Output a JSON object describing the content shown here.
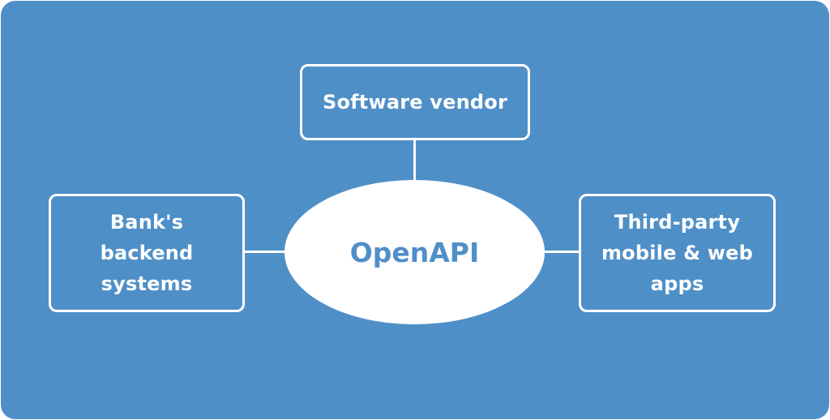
{
  "diagram": {
    "colors": {
      "background": "#4f8fc8",
      "stroke": "#ffffff",
      "hub_fill": "#ffffff",
      "hub_text": "#4f8fc8",
      "node_text": "#ffffff"
    },
    "hub": {
      "label": "OpenAPI"
    },
    "nodes": {
      "top": {
        "lines": [
          "Software vendor"
        ]
      },
      "left": {
        "lines": [
          "Bank's",
          "backend",
          "systems"
        ]
      },
      "right": {
        "lines": [
          "Third-party",
          "mobile & web",
          "apps"
        ]
      }
    },
    "edges": [
      {
        "from": "OpenAPI",
        "to": "Software vendor"
      },
      {
        "from": "OpenAPI",
        "to": "Bank's backend systems"
      },
      {
        "from": "OpenAPI",
        "to": "Third-party mobile & web apps"
      }
    ]
  }
}
